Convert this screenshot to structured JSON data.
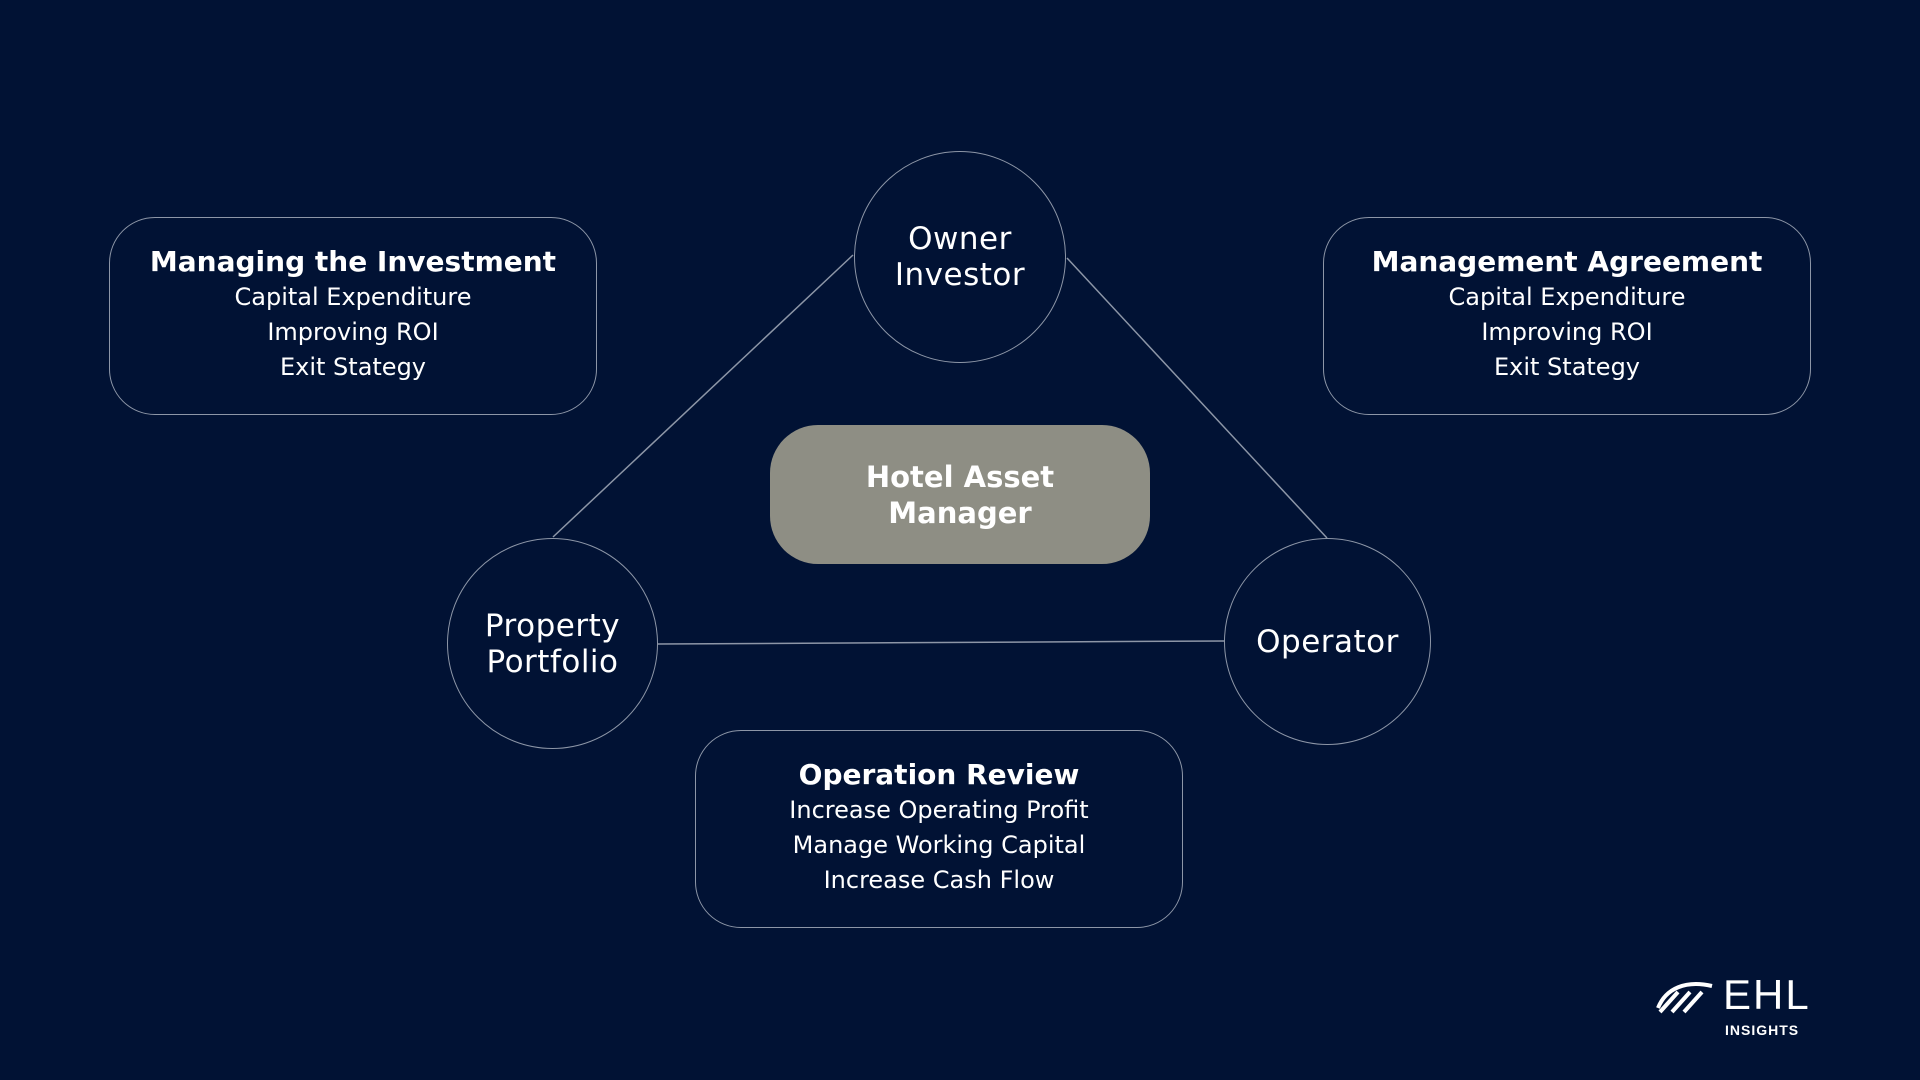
{
  "colors": {
    "background": "#011234",
    "outline": "#8d96a7",
    "center_fill": "#8e8e84",
    "text": "#ffffff"
  },
  "nodes": {
    "owner_investor": "Owner\nInvestor",
    "property_portfolio": "Property\nPortfolio",
    "operator": "Operator",
    "center": "Hotel Asset\nManager"
  },
  "boxes": {
    "managing_investment": {
      "title": "Managing the Investment",
      "lines": [
        "Capital Expenditure",
        "Improving ROI",
        "Exit Stategy"
      ]
    },
    "management_agreement": {
      "title": "Management Agreement",
      "lines": [
        "Capital Expenditure",
        "Improving ROI",
        "Exit Stategy"
      ]
    },
    "operation_review": {
      "title": "Operation Review",
      "lines": [
        "Increase Operating Profit",
        "Manage Working Capital",
        "Increase Cash Flow"
      ]
    }
  },
  "logo": {
    "wordmark": "EHL",
    "subtitle": "INSIGHTS"
  }
}
